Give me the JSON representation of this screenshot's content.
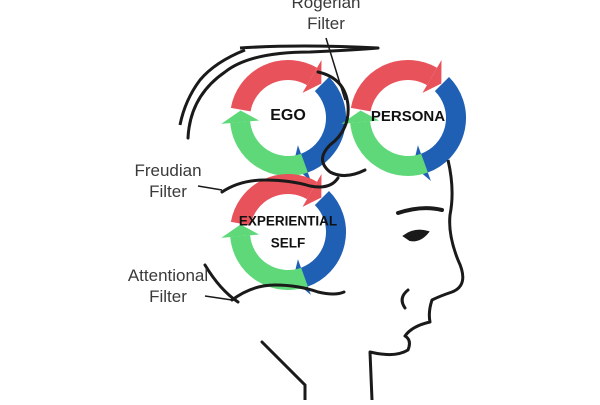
{
  "labels": {
    "rogerian": [
      "Rogerian",
      "Filter"
    ],
    "freudian": [
      "Freudian",
      "Filter"
    ],
    "attentional": [
      "Attentional",
      "Filter"
    ]
  },
  "circles": {
    "ego": "EGO",
    "persona": "PERSONA",
    "experiential": [
      "EXPERIENTIAL",
      "SELF"
    ]
  },
  "colors": {
    "red": "#e8525a",
    "green": "#5fd87a",
    "blue": "#1f5fb4",
    "line": "#1a1a1a"
  }
}
